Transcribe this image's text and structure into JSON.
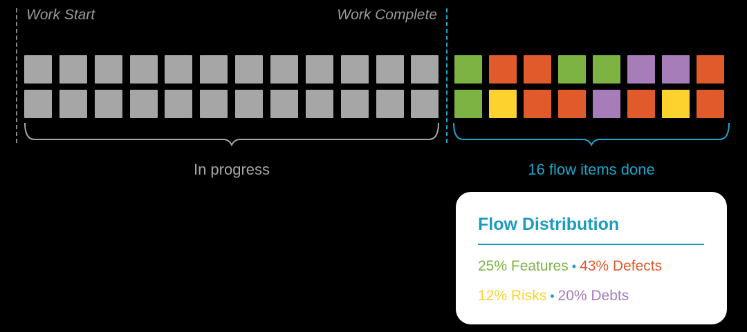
{
  "labels": {
    "work_start": "Work Start",
    "work_complete": "Work Complete",
    "in_progress": "In progress",
    "done": "16 flow items done"
  },
  "colors": {
    "wip": "#a6a6a6",
    "feature": "#7cb342",
    "defect": "#e05a2b",
    "risk": "#fdd22e",
    "debt": "#a67db8",
    "accent": "#1a9cbf",
    "muted": "#a6a6a6"
  },
  "in_progress": {
    "rows": 2,
    "columns": 12
  },
  "done_items": {
    "rows": [
      [
        "feature",
        "defect",
        "defect",
        "feature",
        "feature",
        "debt",
        "debt",
        "defect"
      ],
      [
        "feature",
        "risk",
        "defect",
        "defect",
        "debt",
        "defect",
        "risk",
        "defect"
      ]
    ]
  },
  "legend": {
    "title": "Flow Distribution",
    "separator": "•",
    "items": [
      {
        "text": "25% Features",
        "type": "feature"
      },
      {
        "text": "43% Defects",
        "type": "defect"
      },
      {
        "text": "12% Risks",
        "type": "risk"
      },
      {
        "text": "20% Debts",
        "type": "debt"
      }
    ]
  }
}
